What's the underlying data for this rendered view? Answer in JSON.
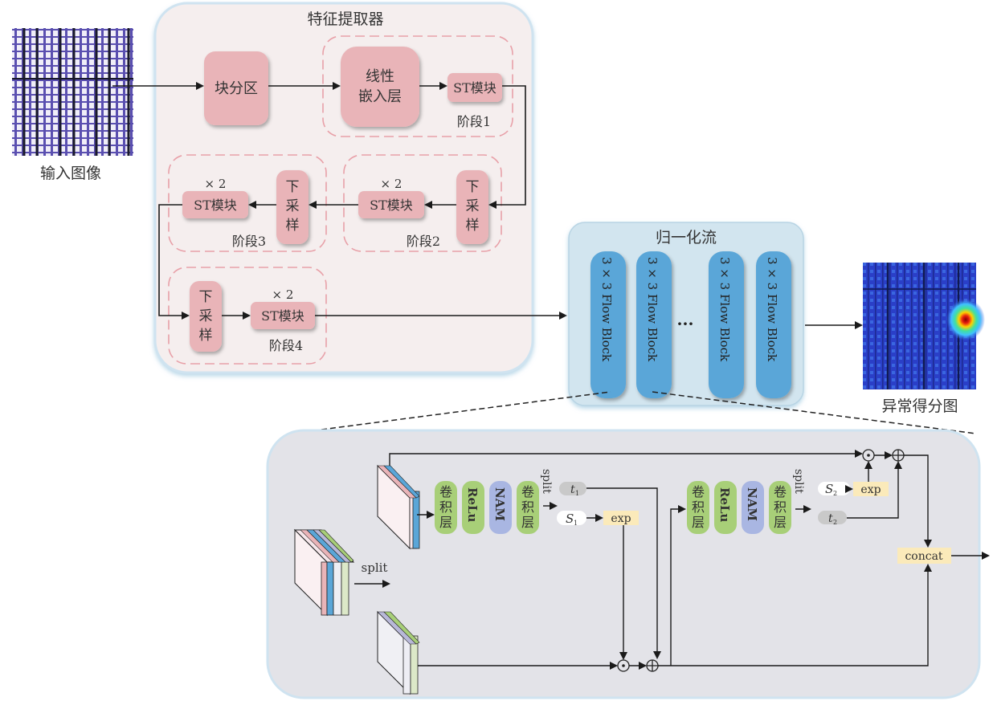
{
  "input_image": {
    "label": "输入图像"
  },
  "feature_extractor": {
    "title": "特征提取器",
    "patch_partition": "块分区",
    "linear_embedding": [
      "线性",
      "嵌入层"
    ],
    "st_block": "ST模块",
    "downsample": [
      "下",
      "采",
      "样"
    ],
    "repeat": "× 2",
    "stages": [
      "阶段1",
      "阶段2",
      "阶段3",
      "阶段4"
    ]
  },
  "normalizing_flow": {
    "title": "归一化流",
    "flow_block": "3 × 3 Flow Block",
    "ellipsis": "···"
  },
  "anomaly_map": {
    "label": "异常得分图"
  },
  "flow_detail": {
    "split": "split",
    "conv": [
      "卷",
      "积",
      "层"
    ],
    "relu": "ReLu",
    "nam": "NAM",
    "t1": "t",
    "t1_sub": "1",
    "s1": "S",
    "s1_sub": "1",
    "t2": "t",
    "t2_sub": "2",
    "s2": "S",
    "s2_sub": "2",
    "exp": "exp",
    "concat": "concat",
    "hadamard": "⊙",
    "add": "⊕"
  },
  "colors": {
    "pink_box": "#e9b4b8",
    "extractor_bg": "#f5eeee",
    "stage_border": "#e8a0a8",
    "flow_bg": "#d2e5ef",
    "flow_block": "#5aa6d8",
    "detail_bg": "#e3e3e8",
    "green": "#a8cf78",
    "purple": "#a9b6e2",
    "yellow": "#fbeaba",
    "grey_pill": "#c9c9c9"
  }
}
